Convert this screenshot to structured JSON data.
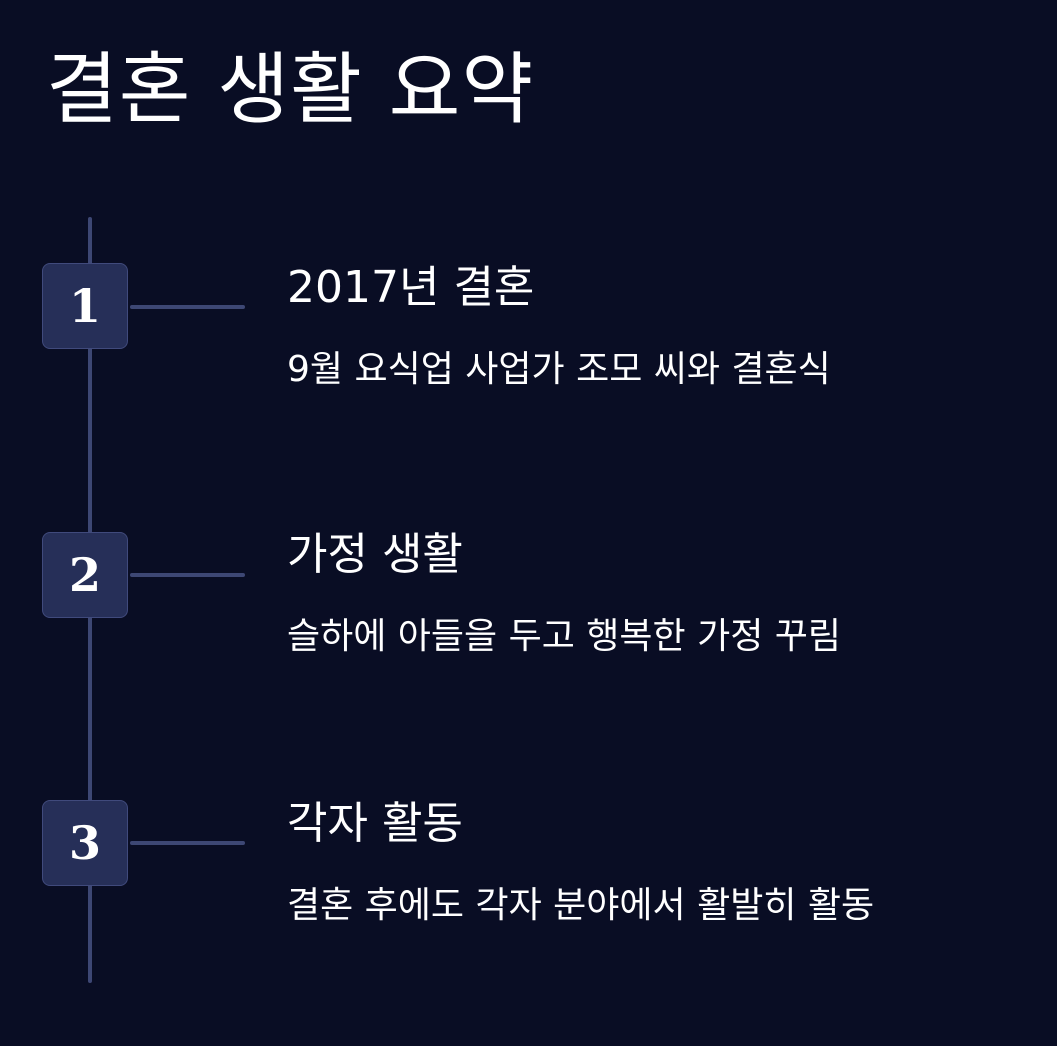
{
  "title": "결혼 생활 요약",
  "steps": [
    {
      "number": "1",
      "heading": "2017년 결혼",
      "description": "9월 요식업 사업가 조모 씨와 결혼식"
    },
    {
      "number": "2",
      "heading": "가정 생활",
      "description": "슬하에 아들을 두고 행복한 가정 꾸림"
    },
    {
      "number": "3",
      "heading": "각자 활동",
      "description": "결혼 후에도 각자 분야에서 활발히 활동"
    }
  ],
  "colors": {
    "background": "#090d24",
    "badge": "#262f58",
    "line": "#3d4774",
    "text": "#ffffff"
  }
}
